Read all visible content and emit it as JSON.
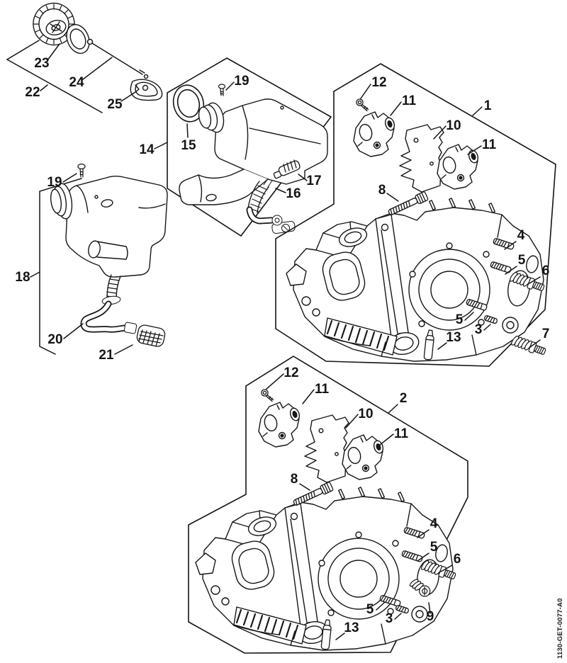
{
  "diagram": {
    "code": "1130-GET-0077-A0",
    "colors": {
      "ink": "#161616",
      "background": "#ffffff"
    }
  },
  "callouts": {
    "cap": {
      "group": "22",
      "cap": "23",
      "wire": "24",
      "retainer": "25"
    },
    "handle": {
      "group": "14",
      "ring": "15",
      "hose": "16",
      "filter": "17",
      "screw": "19"
    },
    "tank": {
      "group": "18",
      "screw": "19",
      "hose": "20",
      "pickup": "21"
    },
    "case1": {
      "group": "1",
      "stud_a": "4",
      "stud_b": "5",
      "stud_c": "5",
      "stud_d": "3",
      "spring_screw_a": "6",
      "spring_screw_b": "7",
      "bolt": "8",
      "gasket": "10",
      "plate_a": "11",
      "plate_b": "11",
      "screw": "12",
      "plug": "13"
    },
    "case2": {
      "group": "2",
      "stud_a": "4",
      "stud_b": "5",
      "stud_c": "5",
      "stud_d": "3",
      "spring_screw": "6",
      "bolt": "8",
      "screw_spring": "9",
      "gasket": "10",
      "plate_a": "11",
      "plate_b": "11",
      "screw": "12",
      "plug": "13"
    }
  }
}
